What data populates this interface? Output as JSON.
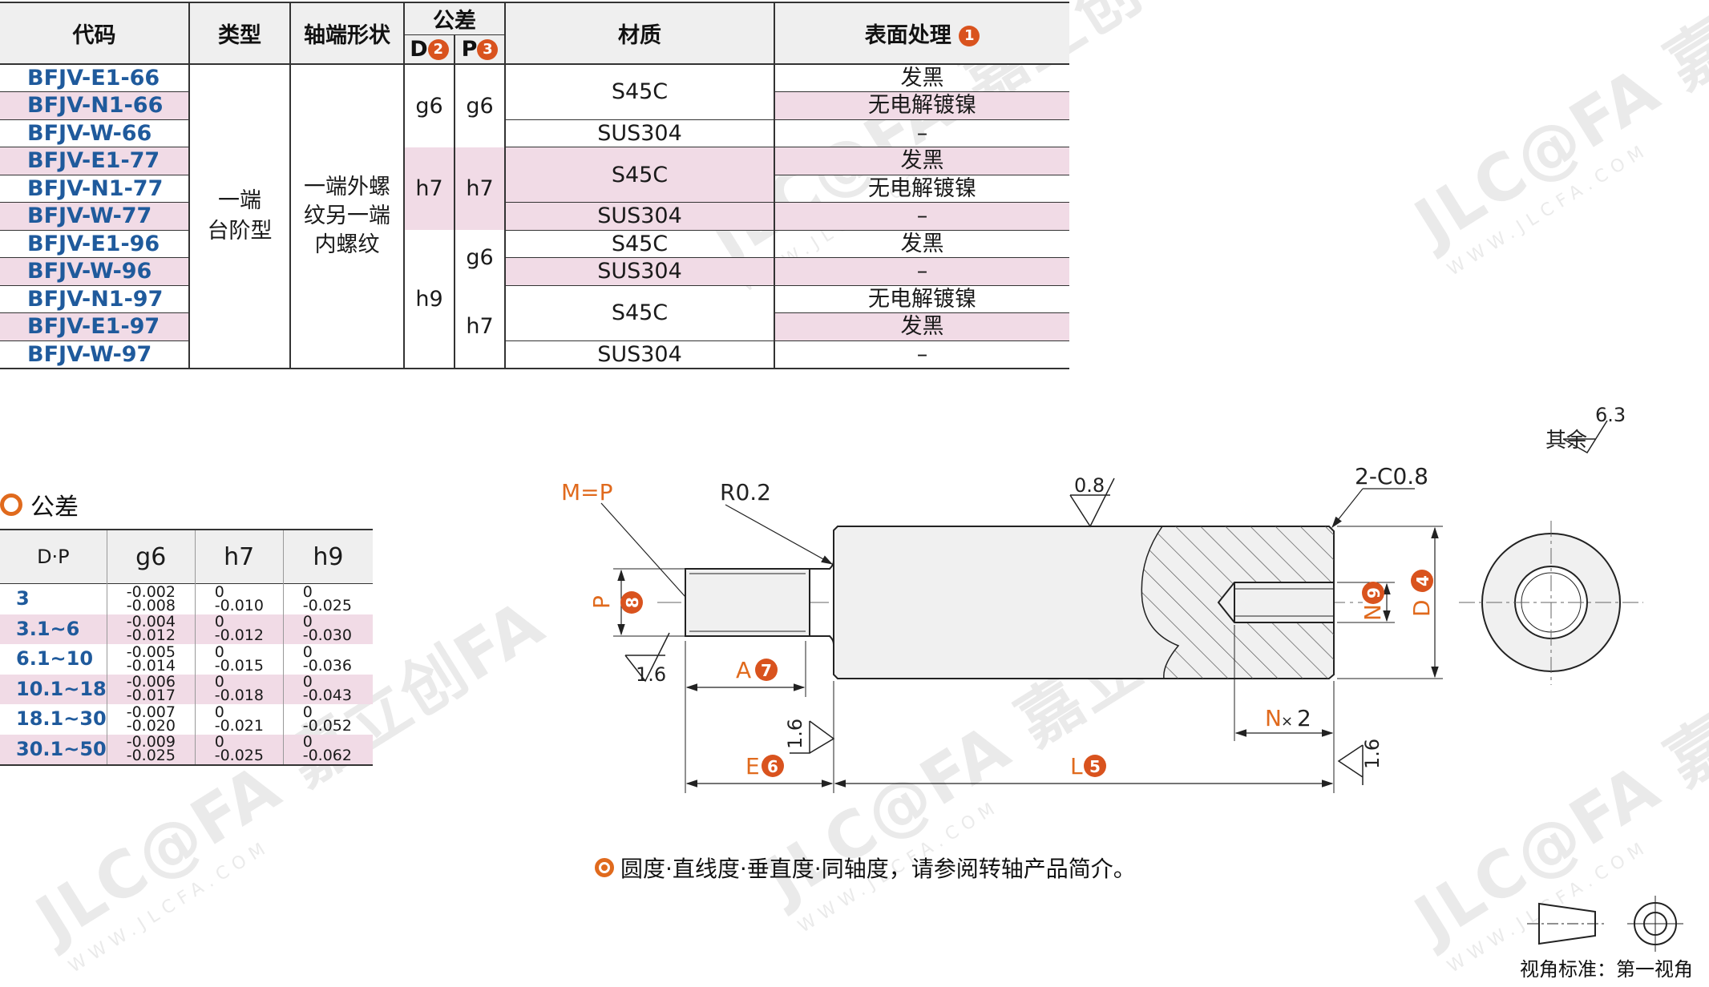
{
  "table": {
    "headers": {
      "code": "代码",
      "type": "类型",
      "shaft_end": "轴端形状",
      "tolerance": "公差",
      "tol_d": "D",
      "tol_d_num": "2",
      "tol_p": "P",
      "tol_p_num": "3",
      "material": "材质",
      "surface": "表面处理",
      "surface_num": "1"
    },
    "codes": [
      "BFJV-E1-66",
      "BFJV-N1-66",
      "BFJV-W-66",
      "BFJV-E1-77",
      "BFJV-N1-77",
      "BFJV-W-77",
      "BFJV-E1-96",
      "BFJV-W-96",
      "BFJV-N1-97",
      "BFJV-E1-97",
      "BFJV-W-97"
    ],
    "type_line1": "一端",
    "type_line2": "台阶型",
    "shaft_line1": "一端外螺",
    "shaft_line2": "纹另一端",
    "shaft_line3": "内螺纹",
    "d_values": [
      "g6",
      "h7",
      "h9"
    ],
    "p_values": [
      "g6",
      "h7",
      "g6",
      "h7"
    ],
    "materials": [
      "S45C",
      "SUS304",
      "S45C",
      "SUS304",
      "S45C",
      "SUS304",
      "S45C",
      "SUS304"
    ],
    "surfaces": [
      "发黑",
      "无电解镀镍",
      "–",
      "发黑",
      "无电解镀镍",
      "–",
      "发黑",
      "–",
      "无电解镀镍",
      "发黑",
      "–"
    ]
  },
  "tolerance": {
    "title": "公差",
    "headers": [
      "D·P",
      "g6",
      "h7",
      "h9"
    ],
    "rows": [
      {
        "range": "3",
        "g6": [
          "-0.002",
          "-0.008"
        ],
        "h7": [
          "0",
          "-0.010"
        ],
        "h9": [
          "0",
          "-0.025"
        ]
      },
      {
        "range": "3.1~6",
        "g6": [
          "-0.004",
          "-0.012"
        ],
        "h7": [
          "0",
          "-0.012"
        ],
        "h9": [
          "0",
          "-0.030"
        ]
      },
      {
        "range": "6.1~10",
        "g6": [
          "-0.005",
          "-0.014"
        ],
        "h7": [
          "0",
          "-0.015"
        ],
        "h9": [
          "0",
          "-0.036"
        ]
      },
      {
        "range": "10.1~18",
        "g6": [
          "-0.006",
          "-0.017"
        ],
        "h7": [
          "0",
          "-0.018"
        ],
        "h9": [
          "0",
          "-0.043"
        ]
      },
      {
        "range": "18.1~30",
        "g6": [
          "-0.007",
          "-0.020"
        ],
        "h7": [
          "0",
          "-0.021"
        ],
        "h9": [
          "0",
          "-0.052"
        ]
      },
      {
        "range": "30.1~50",
        "g6": [
          "-0.009",
          "-0.025"
        ],
        "h7": [
          "0",
          "-0.025"
        ],
        "h9": [
          "0",
          "-0.062"
        ]
      }
    ]
  },
  "drawing": {
    "m_eq_p": "M=P",
    "r02": "R0.2",
    "c08": "2-C0.8",
    "rough_08": "0.8",
    "rough_16": "1.6",
    "rough_63": "6.3",
    "other": "其余",
    "label_p": "P",
    "num_8": "8",
    "label_a": "A",
    "num_7": "7",
    "label_e": "E",
    "num_6": "6",
    "label_l": "L",
    "num_5": "5",
    "label_n": "N",
    "num_9": "9",
    "label_d": "D",
    "num_4": "4",
    "n_times": "×",
    "n_two": "2"
  },
  "note": "圆度·直线度·垂直度·同轴度，请参阅转轴产品简介。",
  "view_standard": "视角标准：第一视角",
  "watermark": {
    "brand": "JLC@FA 嘉立创FA",
    "url": "WWW.JLCFA.COM"
  },
  "colors": {
    "accent": "#d9531e",
    "code_blue": "#1f5a9c",
    "pink_row": "#f1dbe6"
  }
}
